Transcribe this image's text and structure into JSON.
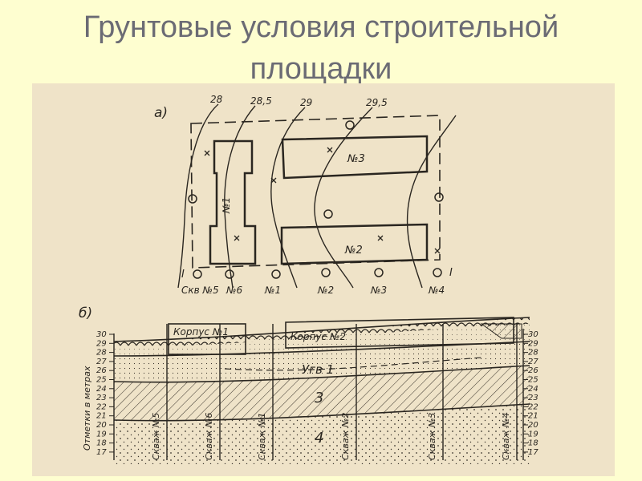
{
  "slide": {
    "title_line1": "Грунтовые  условия строительной",
    "title_line2": "площадки"
  },
  "plan": {
    "label": "а)",
    "contours": [
      "28",
      "28,5",
      "29",
      "29,5"
    ],
    "buildings": {
      "b1": "№1",
      "b2": "№2",
      "b3": "№3"
    },
    "section_marks": [
      "I",
      "I"
    ],
    "boreholes": [
      "Скв №5",
      "№6",
      "№1",
      "№2",
      "№3",
      "№4"
    ]
  },
  "section": {
    "label": "б)",
    "axis_title": "Отметки в метрах",
    "levels": [
      "30",
      "29",
      "28",
      "27",
      "26",
      "25",
      "24",
      "23",
      "22",
      "21",
      "20",
      "19",
      "18",
      "17"
    ],
    "buildings": [
      "Корпус №1",
      "Корпус №2"
    ],
    "layers": [
      "Угв 1",
      "3",
      "4"
    ],
    "boreholes": [
      "Скваж №5",
      "Скваж №6",
      "Скваж №1",
      "Скваж №2",
      "Скваж №3",
      "Скваж №4"
    ]
  }
}
